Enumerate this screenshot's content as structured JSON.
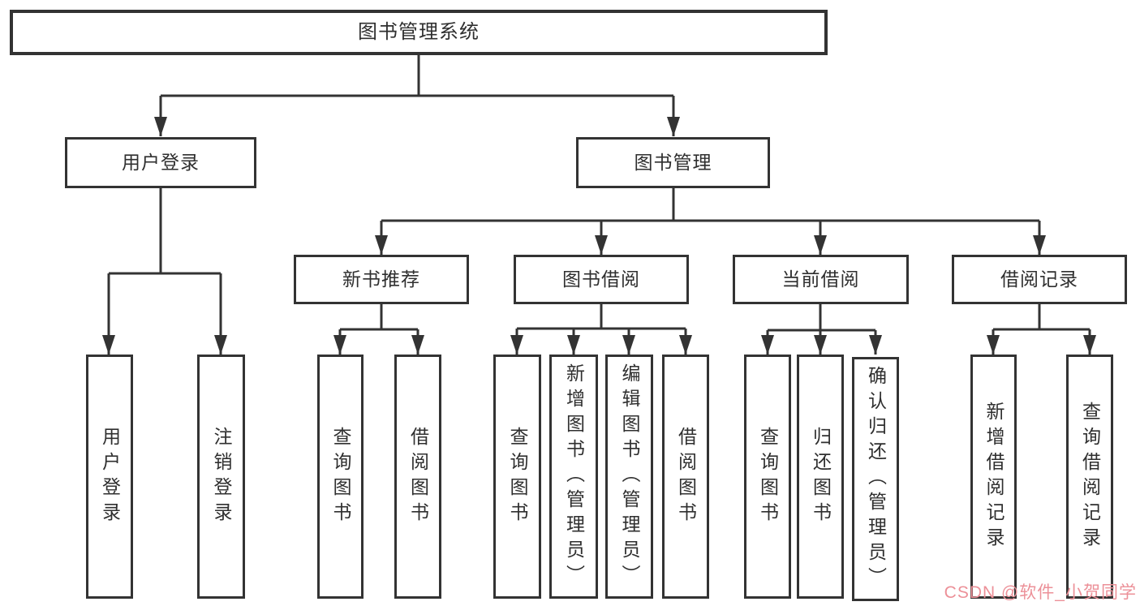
{
  "diagram": {
    "colors": {
      "line": "#333333",
      "box_border": "#333333",
      "text": "#2f2f2f",
      "watermark": "#ec9098",
      "background": "#ffffff"
    },
    "watermark": "CSDN @软件_小贺同学",
    "nodes": {
      "root": {
        "label": "图书管理系统"
      },
      "user_login": {
        "label": "用户登录"
      },
      "book_management": {
        "label": "图书管理"
      },
      "new_book_recommend": {
        "label": "新书推荐"
      },
      "book_borrow": {
        "label": "图书借阅"
      },
      "current_borrow": {
        "label": "当前借阅"
      },
      "borrow_records": {
        "label": "借阅记录"
      },
      "user_login_leaf": {
        "label": "用户登录"
      },
      "logout_leaf": {
        "label": "注销登录"
      },
      "query_books_recommend": {
        "label": "查询图书"
      },
      "borrow_books_recommend": {
        "label": "借阅图书"
      },
      "query_books_borrow": {
        "label": "查询图书"
      },
      "add_books_admin": {
        "label": "新增图书（管理员）"
      },
      "edit_books_admin": {
        "label": "编辑图书（管理员）"
      },
      "borrow_books_leaf": {
        "label": "借阅图书"
      },
      "query_books_current": {
        "label": "查询图书"
      },
      "return_books": {
        "label": "归还图书"
      },
      "confirm_return_admin": {
        "label": "确认归还（管理员）"
      },
      "add_borrow_record": {
        "label": "新增借阅记录"
      },
      "query_borrow_record": {
        "label": "查询借阅记录"
      }
    },
    "edges": [
      [
        "root",
        "user_login"
      ],
      [
        "root",
        "book_management"
      ],
      [
        "user_login",
        "user_login_leaf"
      ],
      [
        "user_login",
        "logout_leaf"
      ],
      [
        "book_management",
        "new_book_recommend"
      ],
      [
        "book_management",
        "book_borrow"
      ],
      [
        "book_management",
        "current_borrow"
      ],
      [
        "book_management",
        "borrow_records"
      ],
      [
        "new_book_recommend",
        "query_books_recommend"
      ],
      [
        "new_book_recommend",
        "borrow_books_recommend"
      ],
      [
        "book_borrow",
        "query_books_borrow"
      ],
      [
        "book_borrow",
        "add_books_admin"
      ],
      [
        "book_borrow",
        "edit_books_admin"
      ],
      [
        "book_borrow",
        "borrow_books_leaf"
      ],
      [
        "current_borrow",
        "query_books_current"
      ],
      [
        "current_borrow",
        "return_books"
      ],
      [
        "current_borrow",
        "confirm_return_admin"
      ],
      [
        "borrow_records",
        "add_borrow_record"
      ],
      [
        "borrow_records",
        "query_borrow_record"
      ]
    ]
  }
}
